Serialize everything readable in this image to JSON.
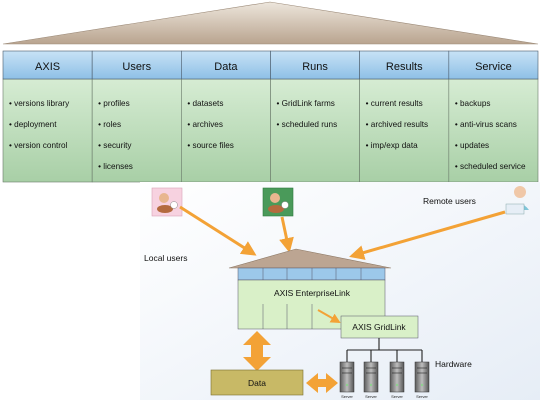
{
  "columns": [
    {
      "header": "AXIS",
      "items": [
        "• versions library",
        "• deployment",
        "• version control"
      ]
    },
    {
      "header": "Users",
      "items": [
        "• profiles",
        "• roles",
        "• security",
        "• licenses"
      ]
    },
    {
      "header": "Data",
      "items": [
        "• datasets",
        "• archives",
        "• source files"
      ]
    },
    {
      "header": "Runs",
      "items": [
        "• GridLink farms",
        "• scheduled runs"
      ]
    },
    {
      "header": "Results",
      "items": [
        "• current results",
        "• archived results",
        "• imp/exp data"
      ]
    },
    {
      "header": "Service",
      "items": [
        "• backups",
        "• anti-virus scans",
        "• updates",
        "• scheduled service"
      ]
    }
  ],
  "bottom": {
    "remote_users": "Remote users",
    "local_users": "Local users",
    "enterprise_link": "AXIS EnterpriseLink",
    "grid_link": "AXIS GridLink",
    "hardware": "Hardware",
    "data": "Data",
    "server_label": "Server"
  },
  "colors": {
    "roof": "#c9b6a2",
    "header_fill": "#9cc8ea",
    "column_fill": "#b8d9b8",
    "box_fill": "#d9f0c8",
    "arrow": "#f3a236",
    "data_box": "#c8b966"
  }
}
